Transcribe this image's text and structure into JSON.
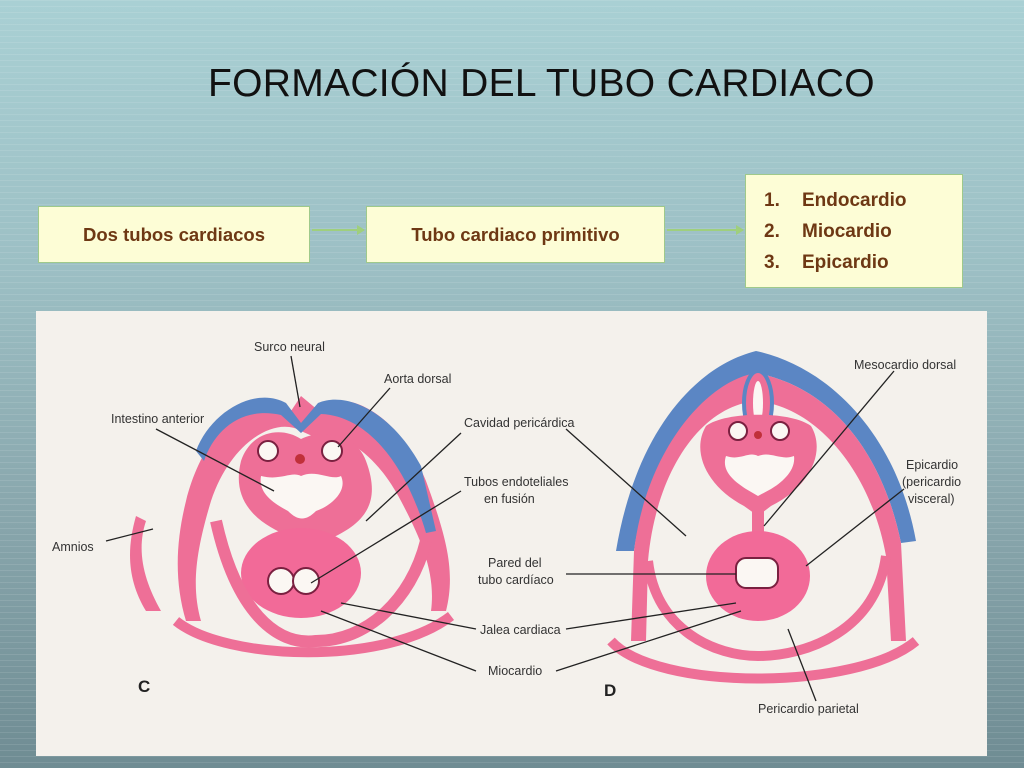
{
  "title": "FORMACIÓN DEL TUBO CARDIACO",
  "flow": {
    "step1": "Dos tubos cardiacos",
    "step2": "Tubo cardiaco primitivo",
    "layers": [
      {
        "num": "1.",
        "name": "Endocardio"
      },
      {
        "num": "2.",
        "name": "Miocardio"
      },
      {
        "num": "3.",
        "name": "Epicardio"
      }
    ]
  },
  "figure": {
    "labels": {
      "surco_neural": "Surco neural",
      "aorta_dorsal": "Aorta dorsal",
      "intestino_anterior": "Intestino anterior",
      "amnios": "Amnios",
      "cavidad_pericardica": "Cavidad pericárdica",
      "tubos_endoteliales_1": "Tubos endoteliales",
      "tubos_endoteliales_2": "en fusión",
      "pared_tubo_1": "Pared del",
      "pared_tubo_2": "tubo cardíaco",
      "jalea_cardiaca": "Jalea cardiaca",
      "miocardio": "Miocardio",
      "mesocardio_dorsal": "Mesocardio dorsal",
      "epicardio_1": "Epicardio",
      "epicardio_2": "(pericardio",
      "epicardio_3": "visceral)",
      "pericardio_parietal": "Pericardio parietal"
    },
    "panel_c": "C",
    "panel_d": "D"
  },
  "colors": {
    "tissue_pink": "#ee6f97",
    "tissue_light": "#f6a9c3",
    "ectoderm_blue": "#5b86c4",
    "cavity": "#fbf7f3",
    "box_fill": "#fdfdd6",
    "box_text": "#6e3814"
  }
}
